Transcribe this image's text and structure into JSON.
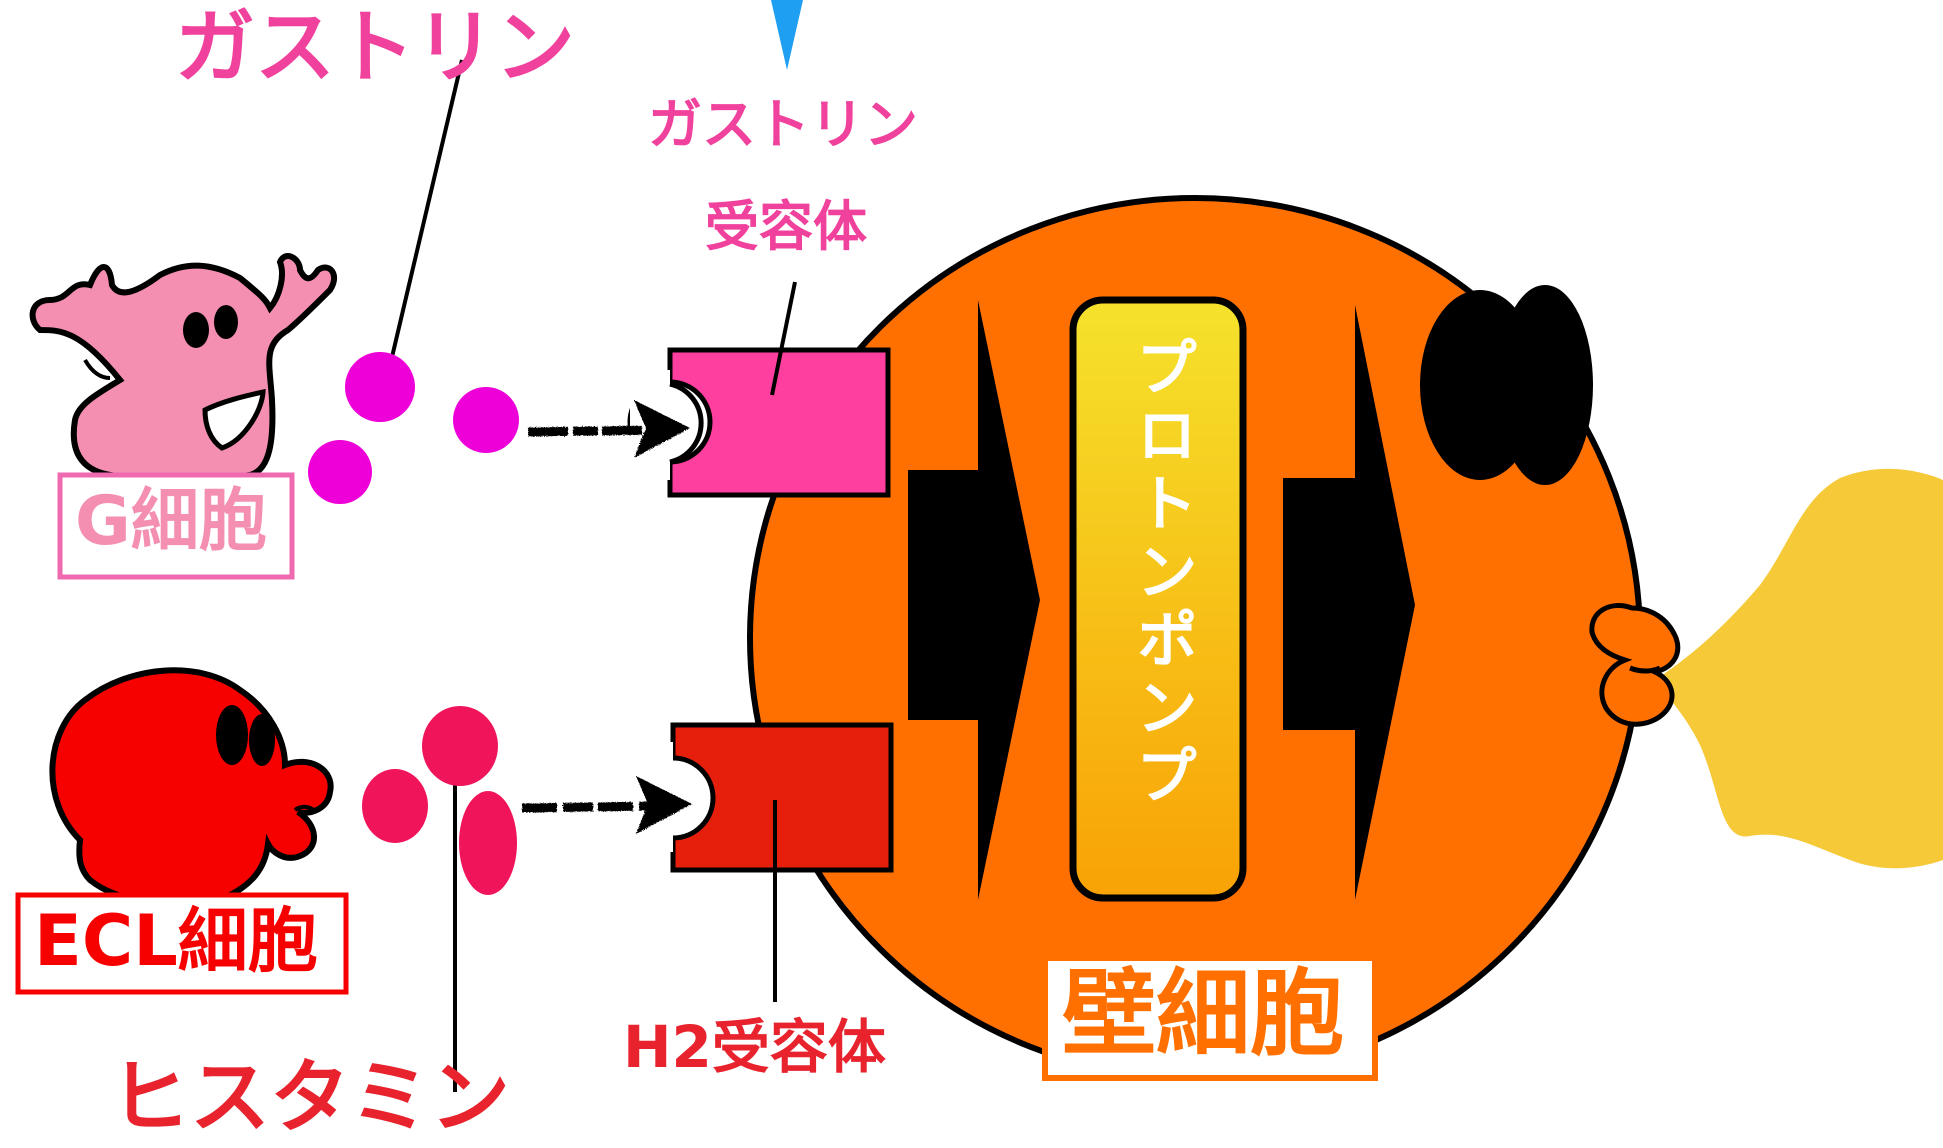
{
  "colors": {
    "gastrin": "#f0419c",
    "gastrin_particle": "#ee00d8",
    "g_cell": "#f48fb1",
    "g_cell_frame": "#f06ab0",
    "gastrin_receptor": "#ff3f9f",
    "histamine": "#e8232e",
    "histamine_particle": "#f0145a",
    "ecl_cell": "#f70000",
    "h2_receptor": "#e61e0c",
    "parietal_cell": "#ff7000",
    "proton_pump_top": "#f5e22c",
    "proton_pump_bottom": "#f9a205",
    "acid": "#f5c938",
    "outline": "#000000",
    "pointer": "#1f9ff2"
  },
  "icons": {
    "g_cell": "g-cell-character-icon",
    "ecl_cell": "ecl-cell-character-icon",
    "parietal_cell": "parietal-cell-character-icon",
    "pointer": "blue-pointer-icon"
  },
  "labels": {
    "gastrin": "ガストリン",
    "gastrin_receptor_line1": "ガストリン",
    "gastrin_receptor_line2": "受容体",
    "g_cell": "G細胞",
    "ecl_cell": "ECL細胞",
    "histamine": "ヒスタミン",
    "h2_receptor": "H2受容体",
    "proton_pump": "プロトンポンプ",
    "parietal_cell": "壁細胞"
  }
}
